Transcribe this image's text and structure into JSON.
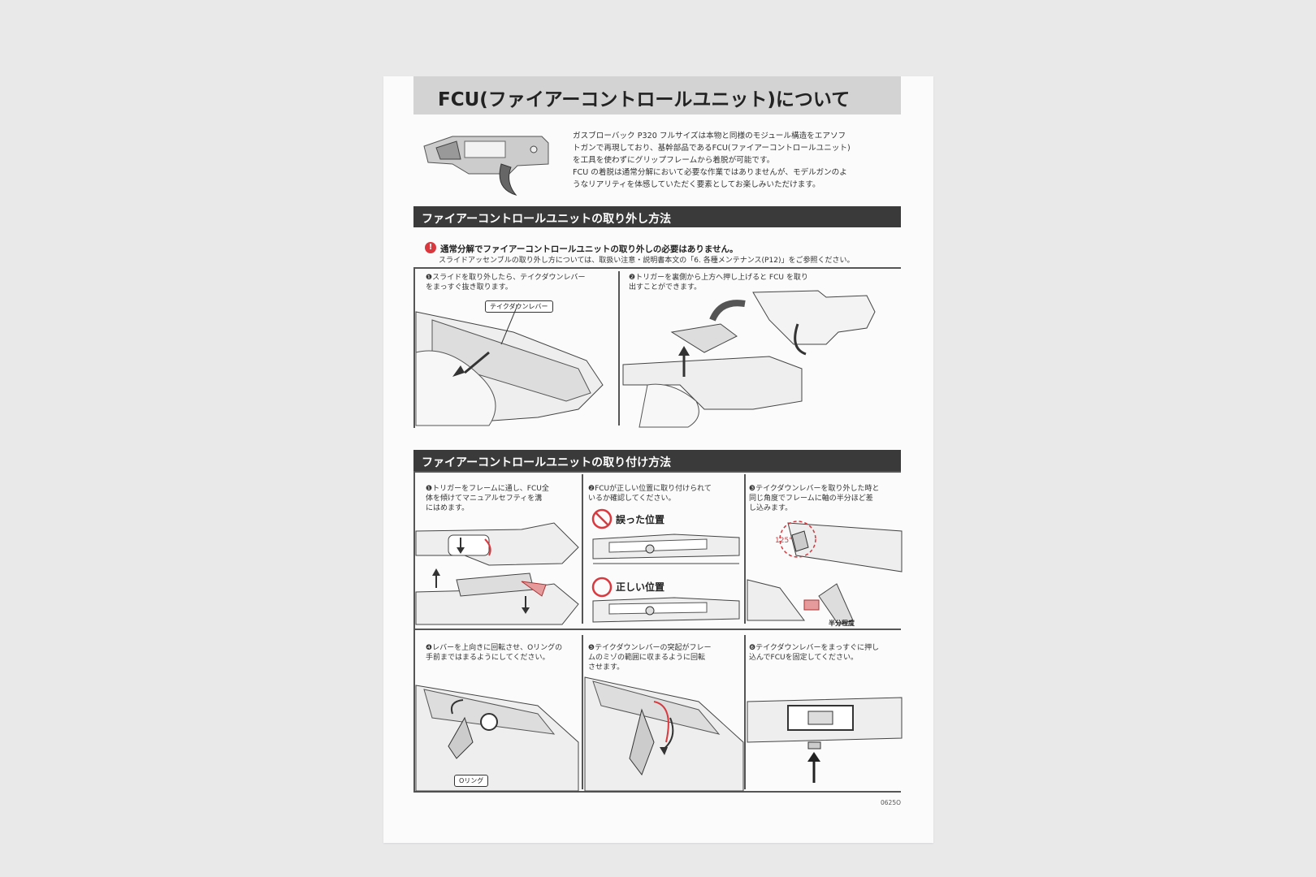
{
  "doc": {
    "title": "FCU(ファイアーコントロールユニット)について",
    "intro": [
      "ガスブローバック P320 フルサイズは本物と同様のモジュール構造をエアソフ",
      "トガンで再現しており、基幹部品であるFCU(ファイアーコントロールユニット)",
      "を工具を使わずにグリップフレームから着脱が可能です。",
      "FCU の着脱は通常分解において必要な作業ではありませんが、モデルガンのよ",
      "うなリアリティを体感していただく要素としてお楽しみいただけます。"
    ],
    "removal": {
      "heading": "ファイアーコントロールユニットの取り外し方法",
      "warning_title": "通常分解でファイアーコントロールユニットの取り外しの必要はありません。",
      "warning_sub": "スライドアッセンブルの取り外し方については、取扱い注意・説明書本文の「6. 各種メンテナンス(P12)」をご参照ください。",
      "steps": [
        "❶スライドを取り外したら、テイクダウンレバー\nをまっすぐ抜き取ります。",
        "❷トリガーを裏側から上方へ押し上げると FCU を取り\n出すことができます。"
      ],
      "callout": "テイクダウンレバー"
    },
    "install": {
      "heading": "ファイアーコントロールユニットの取り付け方法",
      "steps": [
        "❶トリガーをフレームに通し、FCU全\n体を傾けてマニュアルセフティを溝\nにはめます。",
        "❷FCUが正しい位置に取り付けられて\nいるか確認してください。",
        "❸テイクダウンレバーを取り外した時と\n同じ角度でフレームに軸の半分ほど差\nし込みます。",
        "❹レバーを上向きに回転させ、Oリングの\n手前まではまるようにしてください。",
        "❺テイクダウンレバーの突起がフレー\nムのミゾの範囲に収まるように回転\nさせます。",
        "❻テイクダウンレバーをまっすぐに押し\n込んでFCUを固定してください。"
      ],
      "wrong_label": "誤った位置",
      "right_label": "正しい位置",
      "angle_label": "125°",
      "half_label": "半分程度",
      "oring_label": "Oリング"
    },
    "code": "0625O"
  },
  "colors": {
    "accent_red": "#d9393e",
    "bar_dark": "#3a3a3a",
    "bar_light": "#d3d3d3"
  }
}
